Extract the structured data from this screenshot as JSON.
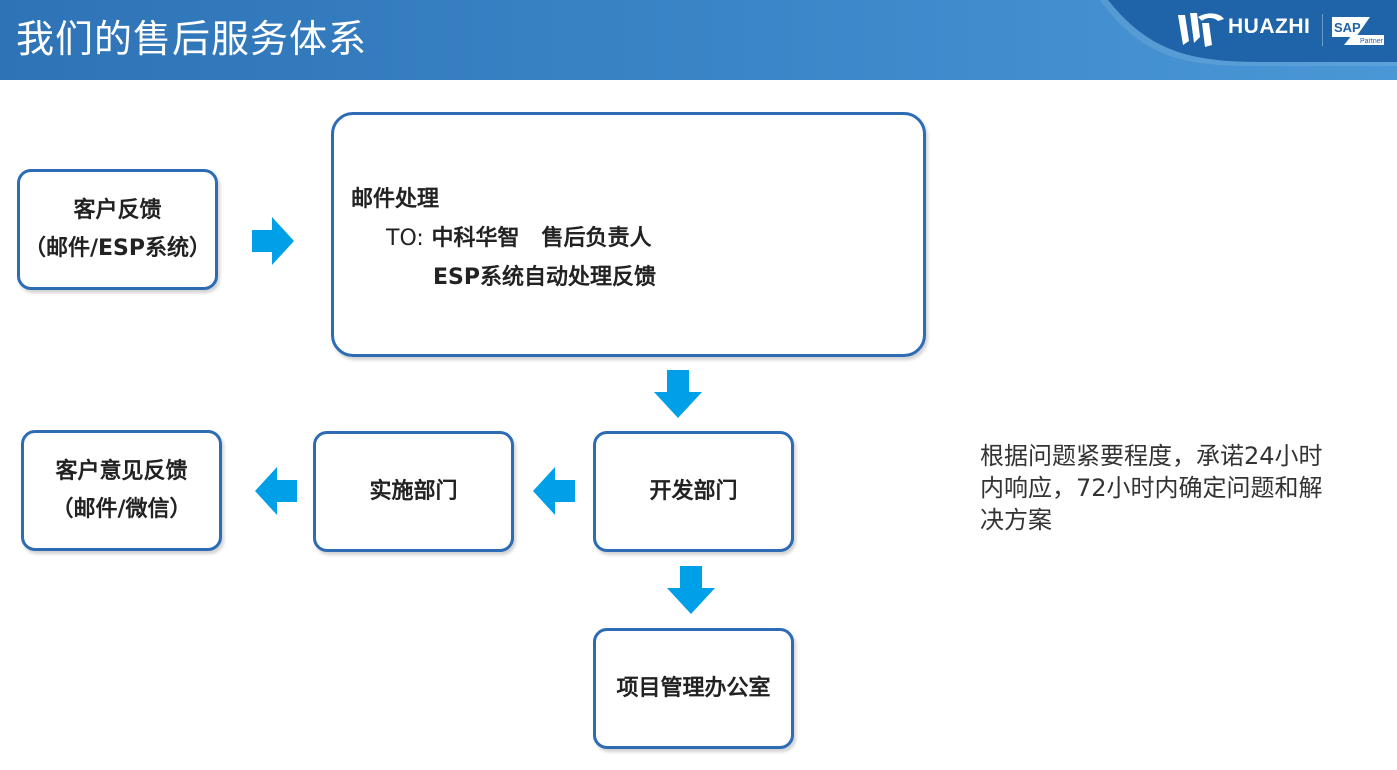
{
  "header": {
    "title": "我们的售后服务体系",
    "logo_text": "HUAZHI",
    "badge_text": "SAP",
    "badge_subtext": "Partner"
  },
  "nodes": {
    "customer_feedback": {
      "line1": "客户反馈",
      "line2": "（邮件/ESP系统）"
    },
    "email_processing": {
      "title": "邮件处理",
      "to_prefix": "TO:",
      "to_line1": "中科华智　售后负责人",
      "to_line2": "ESP系统自动处理反馈"
    },
    "dev_dept": {
      "label": "开发部门"
    },
    "impl_dept": {
      "label": "实施部门"
    },
    "customer_opinion": {
      "line1": "客户意见反馈",
      "line2": "（邮件/微信）"
    },
    "pmo": {
      "label": "项目管理办公室"
    }
  },
  "side_note": "根据问题紧要程度，承诺24小时内响应，72小时内确定问题和解决方案",
  "colors": {
    "header_blue": "#2e73b6",
    "box_border": "#2d6cb5",
    "arrow_fill": "#00a0e9"
  }
}
